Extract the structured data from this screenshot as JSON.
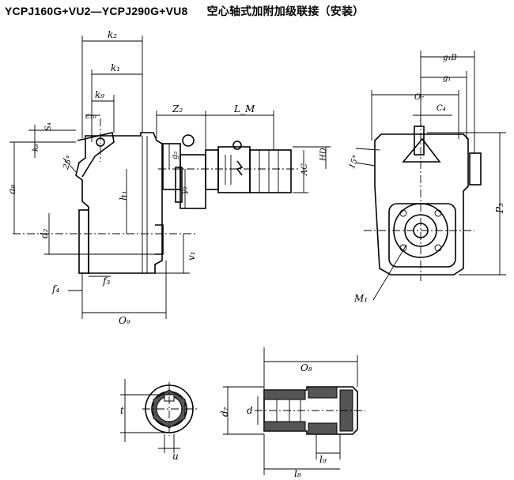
{
  "title": {
    "model": "YCPJ160G+VU2—YCPJ290G+VU8",
    "description": "空心轴式加附加级联接（安装）"
  },
  "dimension_labels": {
    "k2": "k₂",
    "k1": "k₁",
    "k9": "k₉",
    "c10": "c₁₀",
    "s4": "S₄",
    "k8": "k₈",
    "angle25": "25°",
    "a9": "a₉",
    "h1": "h₁",
    "d2": "d₂",
    "f4": "f₄",
    "f3": "f₃",
    "o9": "O₉",
    "z2": "Z₂",
    "lm": "L_M",
    "g2": "g₂",
    "y2": "y₂",
    "v1": "v₁",
    "hd": "HD",
    "ac": "AC",
    "g1b": "g₁B",
    "g1": "g₁",
    "o7": "O₇",
    "c4": "C₄",
    "angle15": "15°",
    "p3": "P₃",
    "m1": "M₁",
    "o8": "O₈",
    "t": "t",
    "u": "u",
    "d7": "d₇",
    "d": "d",
    "l9": "l₉",
    "l8": "l₈"
  }
}
